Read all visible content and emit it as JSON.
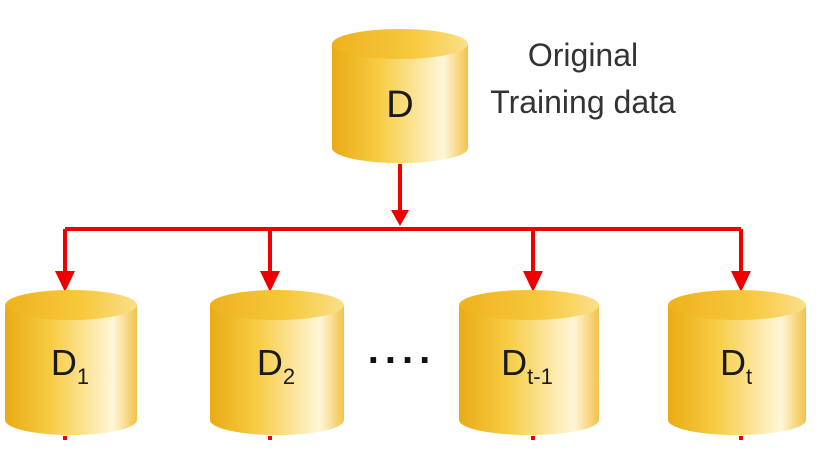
{
  "diagram": {
    "root": {
      "label": "D",
      "note_line1": "Original",
      "note_line2": "Training data"
    },
    "subsets": [
      {
        "base": "D",
        "sub": "1"
      },
      {
        "base": "D",
        "sub": "2"
      },
      {
        "base": "D",
        "sub": "t-1"
      },
      {
        "base": "D",
        "sub": "t"
      }
    ],
    "ellipsis": "....",
    "colors": {
      "arrow": "#ee0000",
      "cylinder_dark": "#e9ab15",
      "cylinder_mid": "#f7cc44",
      "cylinder_light": "#fff6d8",
      "cylinder_top": "#f3bf2c"
    }
  }
}
